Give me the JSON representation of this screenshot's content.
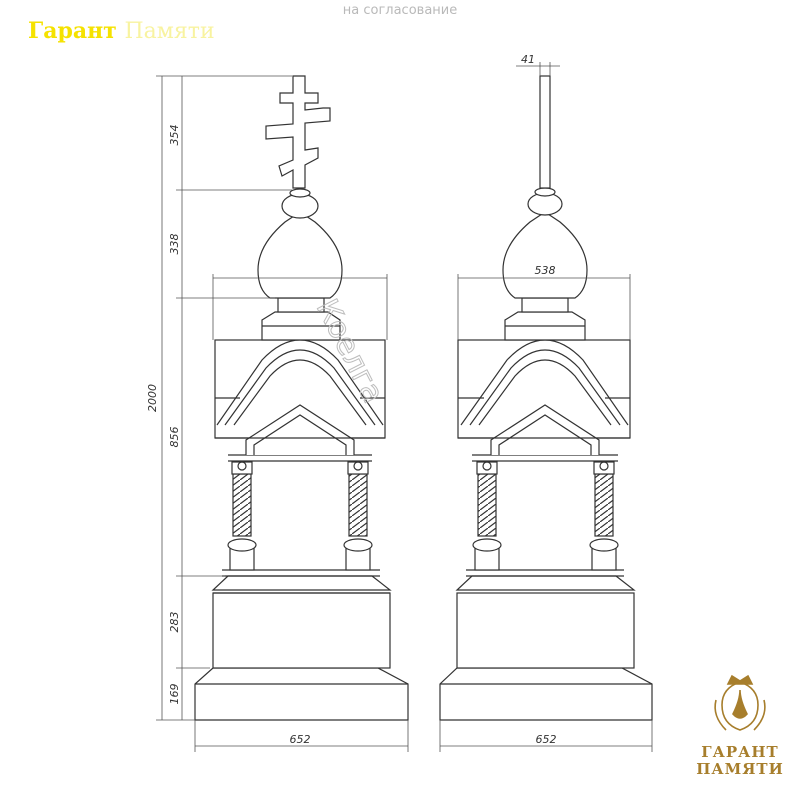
{
  "header": {
    "brand_word1": "Гарант",
    "brand_word2": "Памяти",
    "status": "на согласование"
  },
  "dimensions": {
    "left": [
      "354",
      "338",
      "856",
      "283",
      "169"
    ],
    "total": "2000",
    "left_width": "652",
    "right_width": "652",
    "spire": "41",
    "dome": "538"
  },
  "watermark": "Коелга",
  "logo": {
    "line1": "ГАРАНТ",
    "line2": "ПАМЯТИ"
  },
  "colors": {
    "line": "#333333",
    "dim": "#555555",
    "gold": "#a77e2c",
    "brand_yellow": "#f5e200"
  }
}
